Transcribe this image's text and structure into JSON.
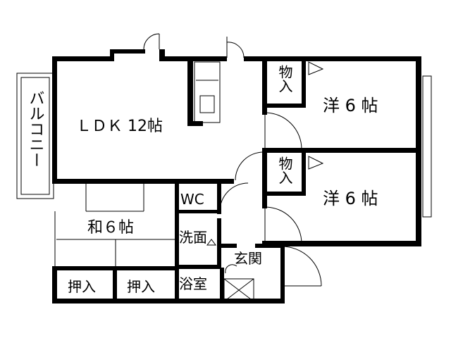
{
  "rooms": {
    "ldk": "ＬＤＫ 12帖",
    "balcony": "バルコニー",
    "storage_upper": "物入",
    "storage_lower": "物入",
    "western_upper": "洋 6 帖",
    "western_lower": "洋 6 帖",
    "wc": "WC",
    "japanese": "和６帖",
    "washroom": "洗面",
    "entrance": "玄関",
    "closet_left": "押入",
    "closet_right": "押入",
    "bathroom": "浴室"
  }
}
